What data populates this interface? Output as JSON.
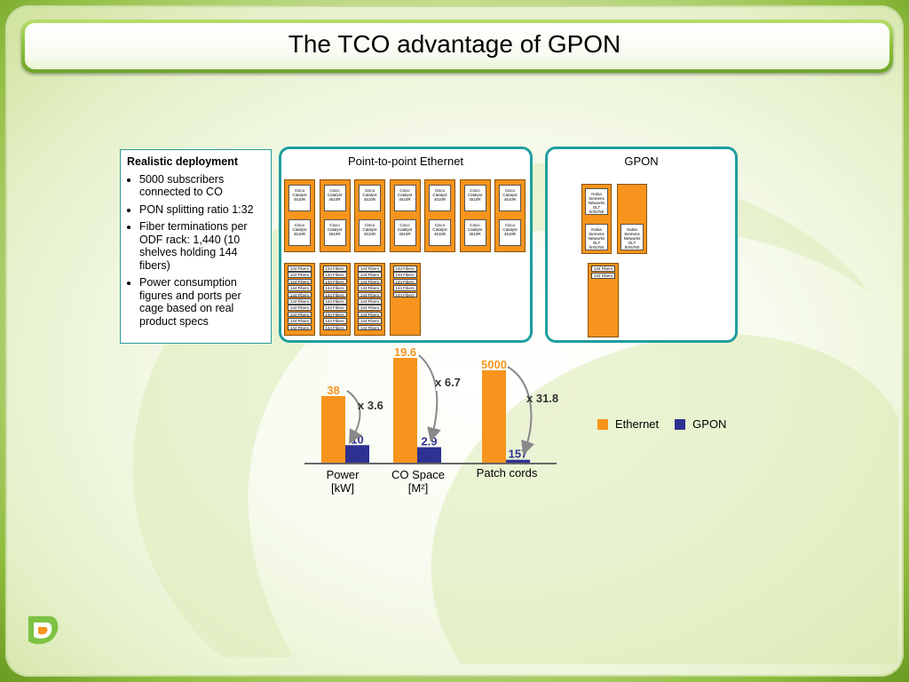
{
  "slide": {
    "title": "The TCO advantage of GPON"
  },
  "deployment": {
    "heading": "Realistic deployment",
    "bullets": [
      "5000 subscribers connected to CO",
      "PON splitting ratio 1:32",
      "Fiber terminations per ODF rack: 1,440 (10 shelves holding 144 fibers)",
      "Power consumption figures and ports per cage based on real product specs"
    ]
  },
  "p2p": {
    "title": "Point-to-point Ethernet",
    "device_label": "Cisco Catalyst 4510R",
    "fiber_label": "144 Fibers"
  },
  "gpon": {
    "title": "GPON",
    "device_label": "Nokia Siemens Networks OLT hiX5750",
    "fiber_label": "144 Fibers"
  },
  "colors": {
    "ethernet": "#f7941d",
    "gpon": "#2e3192",
    "panel_border": "#1e9e9e",
    "value_ethernet": "#f7941d",
    "value_gpon": "#2e3192"
  },
  "chart_data": {
    "type": "bar",
    "categories": [
      "Power [kW]",
      "CO Space [M²]",
      "Patch cords"
    ],
    "series": [
      {
        "name": "Ethernet",
        "values": [
          38,
          19.6,
          5000
        ]
      },
      {
        "name": "GPON",
        "values": [
          10,
          2.9,
          157
        ]
      }
    ],
    "multipliers": [
      "x 3.6",
      "x 6.7",
      "x 31.8"
    ],
    "legend": [
      "Ethernet",
      "GPON"
    ],
    "legend_position": "right"
  },
  "chart_labels": {
    "power_line1": "Power",
    "power_line2": "[kW]",
    "space_line1": "CO Space",
    "space_line2": "[M²]",
    "patch": "Patch cords"
  }
}
